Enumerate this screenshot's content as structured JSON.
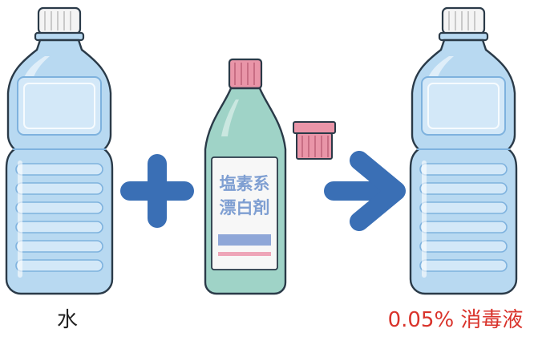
{
  "captions": {
    "water": "水",
    "solution": "0.05% 消毒液"
  },
  "bleach_bottle": {
    "label_line1": "塩素系",
    "label_line2": "漂白剤"
  },
  "colors": {
    "water_bottle": "#b8d9f1",
    "water_outline": "#2a3a48",
    "cap": "#f2f2f2",
    "operator": "#3a6fb5",
    "bleach_body": "#9fd3c7",
    "bleach_cap": "#e995a8",
    "label_text": "#7f9fd2",
    "solution_text": "#d9332b"
  },
  "icons": [
    "water-bottle-icon",
    "plus-icon",
    "bleach-bottle-icon",
    "bleach-cap-icon",
    "arrow-right-icon",
    "solution-bottle-icon"
  ]
}
